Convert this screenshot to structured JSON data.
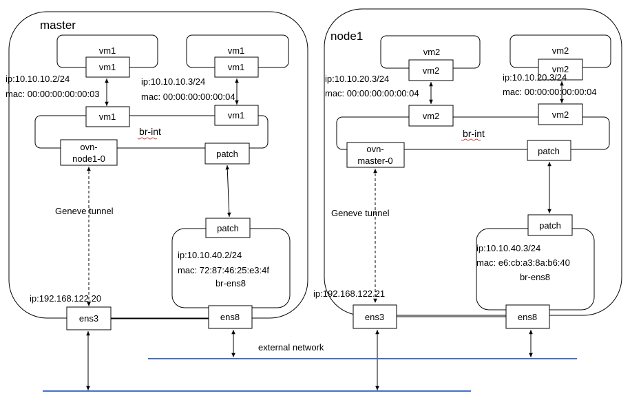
{
  "master": {
    "title": "master",
    "vm_outer_left": "vm1",
    "vm_outer_right": "vm1",
    "vm_iface_left": "vm1",
    "vm_iface_right": "vm1",
    "vm_port_left": "vm1",
    "vm_port_right": "vm1",
    "ip_left": "ip:10.10.10.2/24",
    "mac_left": "mac: 00:00:00:00:00:03",
    "ip_right": "ip:10.10.10.3/24",
    "mac_right": "mac: 00:00:00:00:00:04",
    "bridge_label": "br-int",
    "tunnel_port_line1": "ovn-",
    "tunnel_port_line2": "node1-0",
    "patch_int": "patch",
    "patch_ext": "patch",
    "ext_ip": "ip:10.10.40.2/24",
    "ext_mac": "mac: 72:87:46:25:e3:4f",
    "ext_bridge": "br-ens8",
    "tunnel_label": "Geneve tunnel",
    "host_ip": "ip:192.168.122.20",
    "nic_internal": "ens3",
    "nic_external": "ens8"
  },
  "node1": {
    "title": "node1",
    "vm_outer_left": "vm2",
    "vm_outer_right": "vm2",
    "vm_iface_left": "vm2",
    "vm_iface_right": "vm2",
    "vm_port_left": "vm2",
    "vm_port_right": "vm2",
    "ip_left": "ip:10.10.20.3/24",
    "mac_left": "mac: 00:00:00:00:00:04",
    "ip_right": "ip:10.10.20.3/24",
    "mac_right": "mac: 00:00:00:00:00:04",
    "bridge_label": "br-int",
    "tunnel_port_line1": "ovn-",
    "tunnel_port_line2": "master-0",
    "patch_int": "patch",
    "patch_ext": "patch",
    "ext_ip": "ip:10.10.40.3/24",
    "ext_mac": "mac: e6:cb:a3:8a:b6:40",
    "ext_bridge": "br-ens8",
    "tunnel_label": "Geneve tunnel",
    "host_ip": "ip:192.168.122.21",
    "nic_internal": "ens3",
    "nic_external": "ens8"
  },
  "external_network_label": "external network",
  "colors": {
    "network_line": "#4472c4",
    "spellcheck_underline": "#d00000"
  }
}
